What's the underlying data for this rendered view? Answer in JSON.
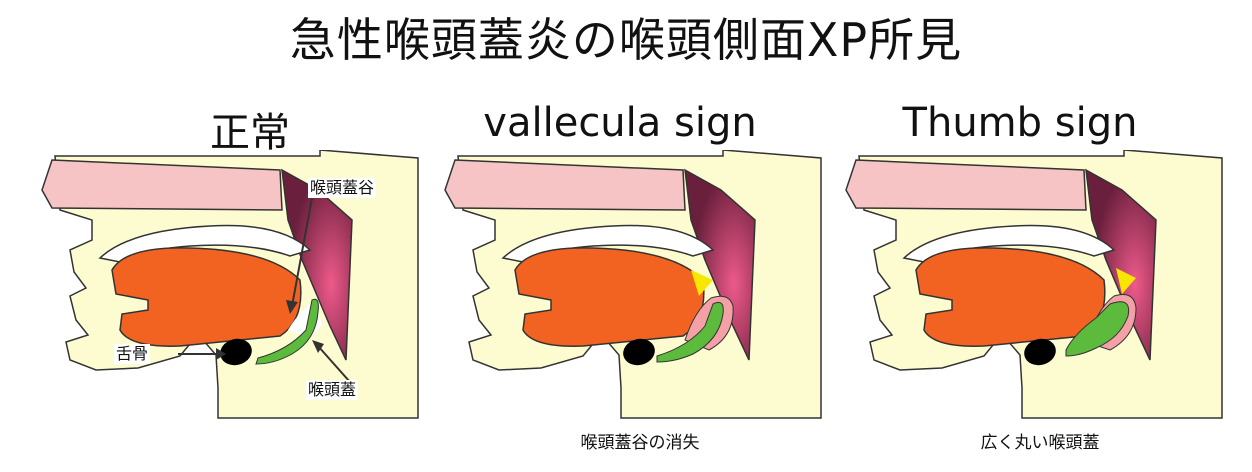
{
  "title": "急性喉頭蓋炎の喉頭側面XP所見",
  "panels": [
    {
      "heading": "正常",
      "caption": ""
    },
    {
      "heading": "vallecula sign",
      "caption": "喉頭蓋谷の消失"
    },
    {
      "heading": "Thumb sign",
      "caption": "広く丸い喉頭蓋"
    }
  ],
  "labels": {
    "vallecula": "喉頭蓋谷",
    "hyoid": "舌骨",
    "epiglottis": "喉頭蓋"
  },
  "colors": {
    "skin": "#fdfbd0",
    "palate": "#f6c4c4",
    "tongue": "#f26322",
    "pharynx_dark": "#6a1f3c",
    "pharynx_light": "#ee5a8a",
    "epiglottis": "#5cba3c",
    "swelling": "#f3a1a6",
    "marker": "#f7e600"
  }
}
